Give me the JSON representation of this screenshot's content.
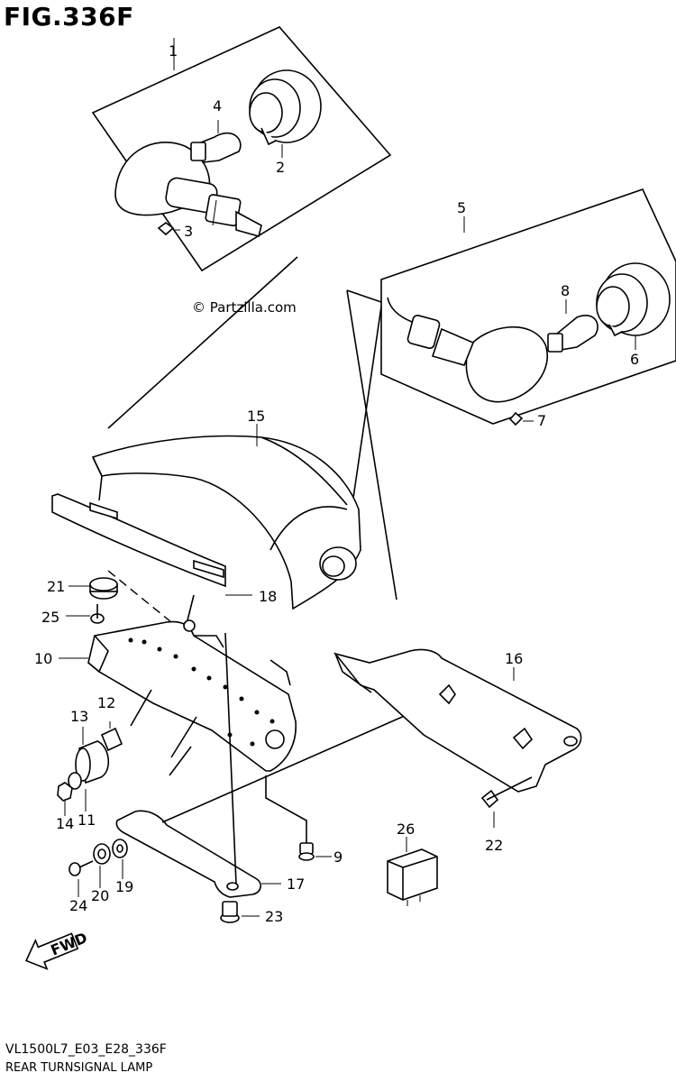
{
  "figure_title": "FIG.336F",
  "watermark": "© Partzilla.com",
  "model_code": "VL1500L7_E03_E28_336F",
  "caption": "REAR TURNSIGNAL LAMP",
  "fwd_label": "FWD",
  "callouts": {
    "c1": "1",
    "c2": "2",
    "c3": "3",
    "c4": "4",
    "c5": "5",
    "c6": "6",
    "c7": "7",
    "c8": "8",
    "c9": "9",
    "c10": "10",
    "c11": "11",
    "c12": "12",
    "c13": "13",
    "c14": "14",
    "c15": "15",
    "c16": "16",
    "c17": "17",
    "c18": "18",
    "c19": "19",
    "c20": "20",
    "c21": "21",
    "c22": "22",
    "c23": "23",
    "c24": "24",
    "c25": "25",
    "c26": "26"
  }
}
